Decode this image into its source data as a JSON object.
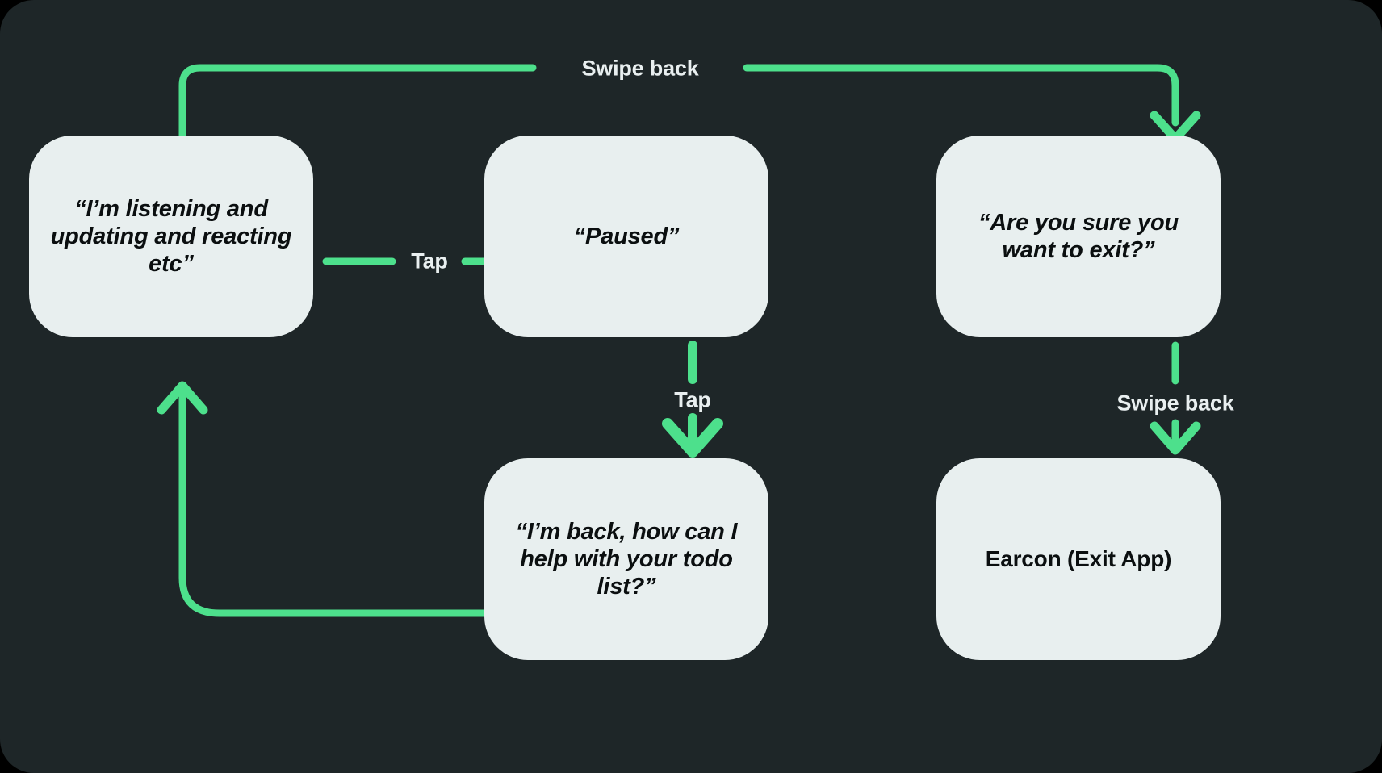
{
  "canvas": {
    "background_color": "#1e2628",
    "page_background_color": "#000000",
    "node_fill_color": "#e8efef",
    "node_text_color": "#0b0f10",
    "accent_color": "#4de08c",
    "edge_label_color": "#e9eff0"
  },
  "nodes": [
    {
      "id": "listening",
      "label": "“I’m listening and\nupdating and reacting\netc”",
      "style": "quote"
    },
    {
      "id": "paused",
      "label": "“Paused”",
      "style": "quote"
    },
    {
      "id": "confirm",
      "label": "“Are you sure you\nwant to exit?”",
      "style": "quote"
    },
    {
      "id": "back",
      "label": "“I’m back, how can I\nhelp with your todo\nlist?”",
      "style": "quote"
    },
    {
      "id": "earcon",
      "label": "Earcon (Exit App)",
      "style": "plain"
    }
  ],
  "edges": [
    {
      "id": "listening-to-paused",
      "label": "Tap",
      "from": "listening",
      "to": "paused",
      "direction": "right"
    },
    {
      "id": "paused-to-back",
      "label": "Tap",
      "from": "paused",
      "to": "back",
      "direction": "down"
    },
    {
      "id": "listening-to-confirm",
      "label": "Swipe back",
      "from": "listening",
      "to": "confirm",
      "direction": "right"
    },
    {
      "id": "confirm-to-earcon",
      "label": "Swipe back",
      "from": "confirm",
      "to": "earcon",
      "direction": "down"
    },
    {
      "id": "back-to-listening",
      "label": "",
      "from": "back",
      "to": "listening",
      "direction": "up"
    }
  ],
  "edge_labels": {
    "tap_horizontal": "Tap",
    "tap_vertical": "Tap",
    "swipe_back_top": "Swipe back",
    "swipe_back_right": "Swipe back"
  }
}
